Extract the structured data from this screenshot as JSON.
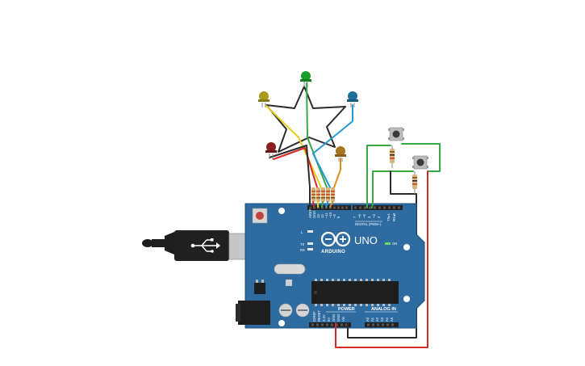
{
  "board": {
    "brand": "ARDUINO",
    "model": "UNO",
    "digital_header_label": "DIGITAL (PWM~)",
    "power_label": "POWER",
    "analog_label": "ANALOG IN",
    "on_label": "ON",
    "led_labels": {
      "l": "L",
      "tx": "TX",
      "rx": "RX"
    },
    "top_pins": [
      "AREF",
      "GND",
      "13",
      "12",
      "~11",
      "~10",
      "~9",
      "8",
      "7",
      "~6",
      "~5",
      "4",
      "~3",
      "2",
      "TX▸1",
      "RX◂0"
    ],
    "power_pins": [
      "IOREF",
      "RESET",
      "3.3V",
      "5V",
      "GND",
      "GND",
      "Vin"
    ],
    "analog_pins": [
      "A0",
      "A1",
      "A2",
      "A3",
      "A4",
      "A5"
    ],
    "colors": {
      "board": "#2d6ba0",
      "board_edge": "#1f527d",
      "header": "#222222",
      "chip": "#1e1e1e"
    }
  },
  "components": {
    "leds": [
      {
        "name": "led-green",
        "color": "#1a9e2b"
      },
      {
        "name": "led-blue",
        "color": "#1d6f99"
      },
      {
        "name": "led-yellow",
        "color": "#a79a1c"
      },
      {
        "name": "led-red",
        "color": "#8a1d1d"
      },
      {
        "name": "led-orange",
        "color": "#a8741d"
      }
    ],
    "pushbuttons": [
      "button-top",
      "button-bottom"
    ],
    "resistor_count": 7
  },
  "wires": {
    "colors": {
      "black": "#2b2b2b",
      "red": "#d42a2a",
      "green": "#39a847",
      "blue": "#2599d4",
      "yellow": "#e8cf1c",
      "orange": "#e5891f"
    }
  }
}
